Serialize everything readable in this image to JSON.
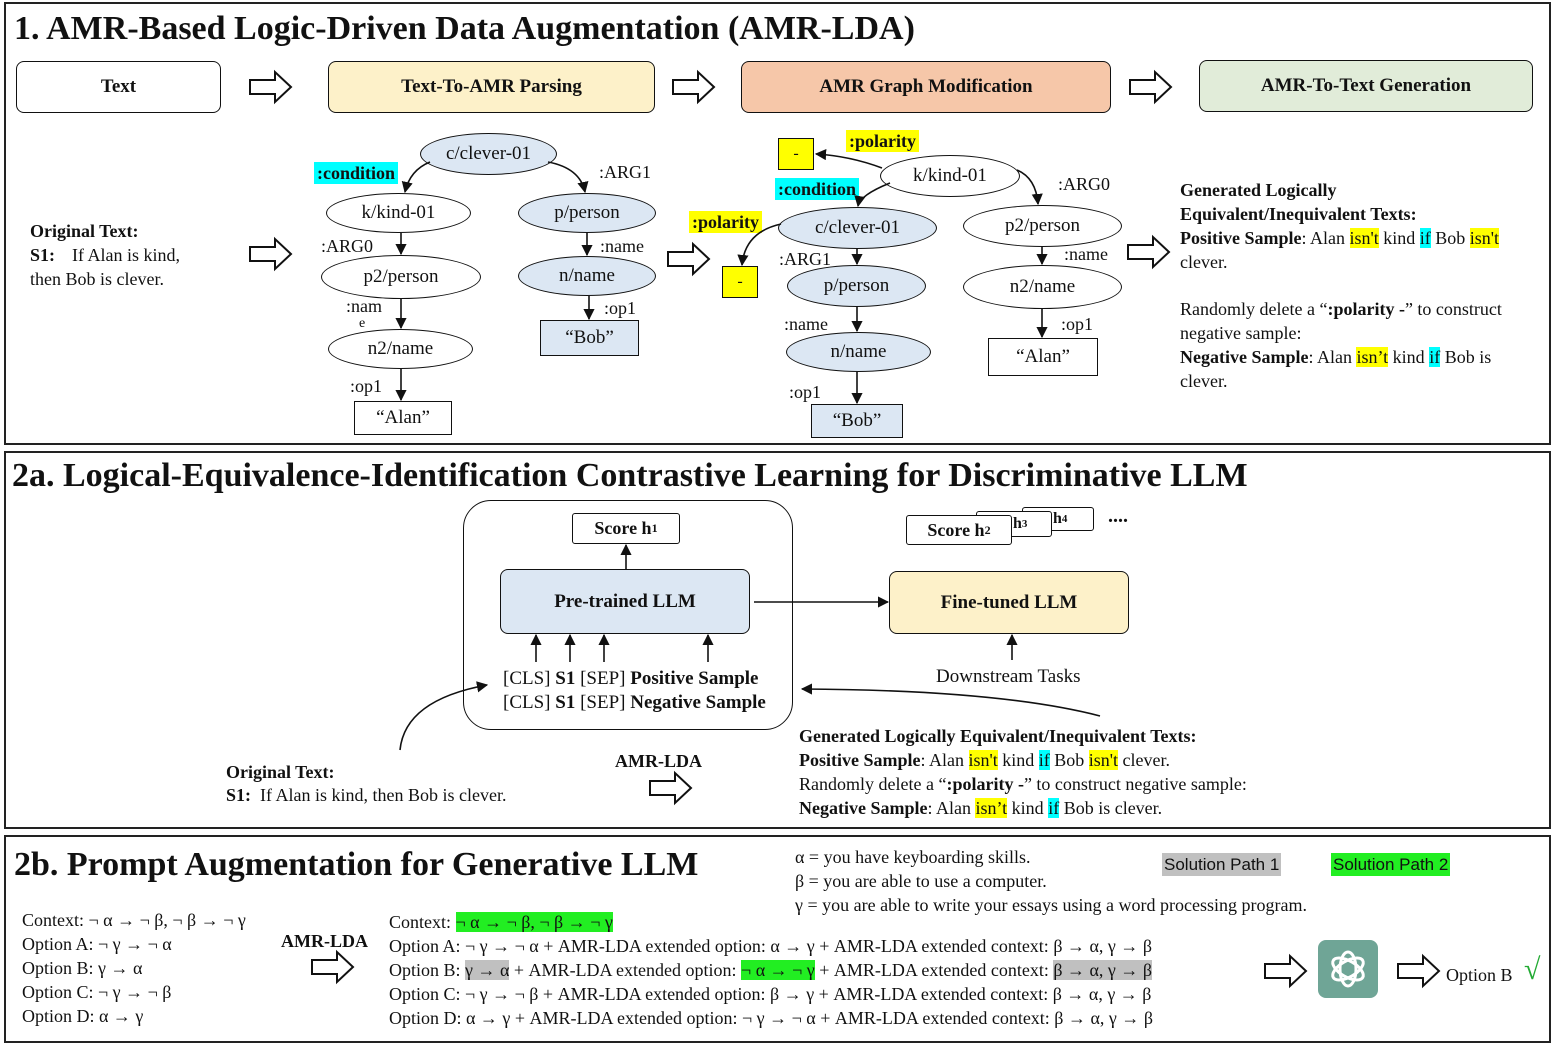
{
  "panel1": {
    "title": "1. AMR-Based Logic-Driven Data Augmentation (AMR-LDA)",
    "stages": [
      "Text",
      "Text-To-AMR Parsing",
      "AMR Graph Modification",
      "AMR-To-Text Generation"
    ],
    "colors": {
      "text": "#ffffff",
      "parsing": "#fdf1c9",
      "modification": "#f6c7a9",
      "generation": "#e1ecd9"
    },
    "original_label": "Original Text:",
    "s1_label": "S1:",
    "s1_line1": "If Alan is kind,",
    "s1_line2": "then Bob is clever.",
    "graph1": {
      "nodes": [
        "c/clever-01",
        "k/kind-01",
        "p/person",
        "p2/person",
        "n/name",
        "n2/name",
        "“Bob”",
        "“Alan”"
      ],
      "tag_condition": ":condition",
      "edge_arg1": ":ARG1",
      "edge_arg0": ":ARG0",
      "edge_name_a": ":nam",
      "edge_name_b": "e",
      "edge_name": ":name",
      "edge_op1_a": ":op1",
      "edge_op1_b": ":op1"
    },
    "graph2": {
      "nodes": [
        "k/kind-01",
        "c/clever-01",
        "p2/person",
        "p/person",
        "n2/name",
        "n/name",
        "“Alan”",
        "“Bob”"
      ],
      "tag_polarity_top": ":polarity",
      "tag_polarity_mid": ":polarity",
      "tag_condition": ":condition",
      "minus_top": "-",
      "minus_mid": "-",
      "edge_arg0": ":ARG0",
      "edge_arg1": ":ARG1",
      "edge_name_a": ":name",
      "edge_name_b": ":name",
      "edge_op1_a": ":op1",
      "edge_op1_b": ":op1"
    },
    "generated": {
      "title1": "Generated Logically",
      "title2": "Equivalent/Inequivalent Texts:",
      "pos_label": "Positive Sample",
      "pos_a": ": Alan ",
      "pos_isnt1": "isn't",
      "pos_b": " kind ",
      "pos_if": "if",
      "pos_c": " Bob ",
      "pos_isnt2": "isn't",
      "pos_d": "clever.",
      "rand1_a": "Randomly delete a “",
      "rand1_b": ":polarity -",
      "rand1_c": "” to construct",
      "rand2": "negative sample:",
      "neg_label": "Negative Sample",
      "neg_a": ": Alan ",
      "neg_isnt": "isn’t",
      "neg_b": " kind ",
      "neg_if": "if",
      "neg_c": " Bob is",
      "neg_d": "clever."
    }
  },
  "panel2a": {
    "title": "2a. Logical-Equivalence-Identification Contrastive Learning for Discriminative LLM",
    "score_h1": "Score h",
    "score_h1_sub": "1",
    "score_h2": "Score h",
    "score_h2_sub": "2",
    "h3": "h",
    "h3_sub": "3",
    "h4": "h",
    "h4_sub": "4",
    "dots": "....",
    "pretrained": "Pre-trained LLM",
    "finetuned": "Fine-tuned LLM",
    "downstream": "Downstream Tasks",
    "cls": "[CLS]",
    "s1": "S1",
    "sep": "[SEP]",
    "pos_sample": "Positive Sample",
    "neg_sample": "Negative Sample",
    "original_label": "Original Text:",
    "s1_label": "S1:",
    "s1_text": "If Alan is kind, then Bob is clever.",
    "amr_lda": "AMR-LDA",
    "colors": {
      "pretrained": "#dce7f3",
      "finetuned": "#fdf1c9"
    },
    "generated": {
      "title": "Generated Logically Equivalent/Inequivalent Texts:",
      "pos_label": "Positive Sample",
      "pos_a": ": Alan ",
      "pos_isnt1": "isn't",
      "pos_b": " kind ",
      "pos_if": "if",
      "pos_c": " Bob ",
      "pos_isnt2": "isn't",
      "pos_d": " clever.",
      "rand_a": "Randomly delete a “",
      "rand_b": ":polarity -",
      "rand_c": "” to construct negative sample:",
      "neg_label": "Negative Sample",
      "neg_a": ": Alan ",
      "neg_isnt": "isn’t",
      "neg_b": " kind ",
      "neg_if": "if",
      "neg_c": " Bob is clever."
    }
  },
  "panel2b": {
    "title": "2b. Prompt Augmentation for Generative LLM",
    "defs": [
      "α = you have keyboarding skills.",
      "β = you are able to use a computer.",
      "γ = you are able to write your essays using a word processing program."
    ],
    "sol1": "Solution Path 1",
    "sol2": "Solution Path 2",
    "left": [
      "Context: ¬ α → ¬ β, ¬ β → ¬ γ",
      "Option A: ¬ γ → ¬ α",
      "Option B: γ → α",
      "Option C: ¬ γ → ¬ β",
      "Option D: α → γ"
    ],
    "amr_lda": "AMR-LDA",
    "ctx_label": "Context: ",
    "ctx_value": "¬ α → ¬ β, ¬ β → ¬ γ",
    "optA": {
      "a": "Option A: ¬ γ → ¬ α + AMR-LDA extended option:  α → γ + AMR-LDA extended context: β → α, γ → β"
    },
    "optB": {
      "a": "Option B: ",
      "b": "γ → α",
      "c": " + AMR-LDA extended option:  ",
      "d": "¬ α → ¬ γ",
      "e": " + AMR-LDA extended context: ",
      "f": "β → α, γ → β"
    },
    "optC": {
      "a": "Option C: ¬ γ → ¬ β + AMR-LDA extended option:  β → γ + AMR-LDA extended context: β → α, γ → β"
    },
    "optD": {
      "a": "Option D: α → γ + AMR-LDA extended option:  ¬ γ → ¬ α + AMR-LDA extended context: β → α, γ → β"
    },
    "answer": "Option B",
    "check": "√",
    "colors": {
      "logo": "#6fa596",
      "path1": "#c0c0c0",
      "path2": "#22ee22",
      "check": "#22aa33"
    }
  }
}
